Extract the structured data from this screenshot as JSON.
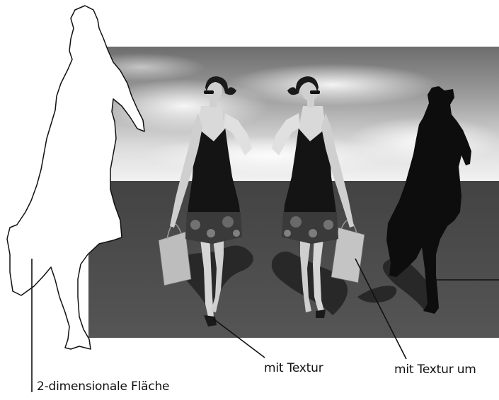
{
  "labels": {
    "texture": "mit Textur",
    "texture_rotated": "mit Textur um",
    "flat_2d": "2-dimensionale Fläche"
  },
  "figures": [
    {
      "name": "outline-figure",
      "kind": "outline"
    },
    {
      "name": "textured-figure",
      "kind": "textured"
    },
    {
      "name": "mirrored-textured-figure",
      "kind": "textured-mirrored"
    },
    {
      "name": "silhouette-figure",
      "kind": "silhouette"
    }
  ],
  "colors": {
    "sky_top": "#6c6c6c",
    "sky_light": "#e8e8e8",
    "ground": "#4a4a4a",
    "silhouette": "#0d0d0d",
    "dress": "#141414",
    "skin": "#d9d9d9",
    "shadow": "#1e1e1e",
    "outline": "#111111"
  }
}
